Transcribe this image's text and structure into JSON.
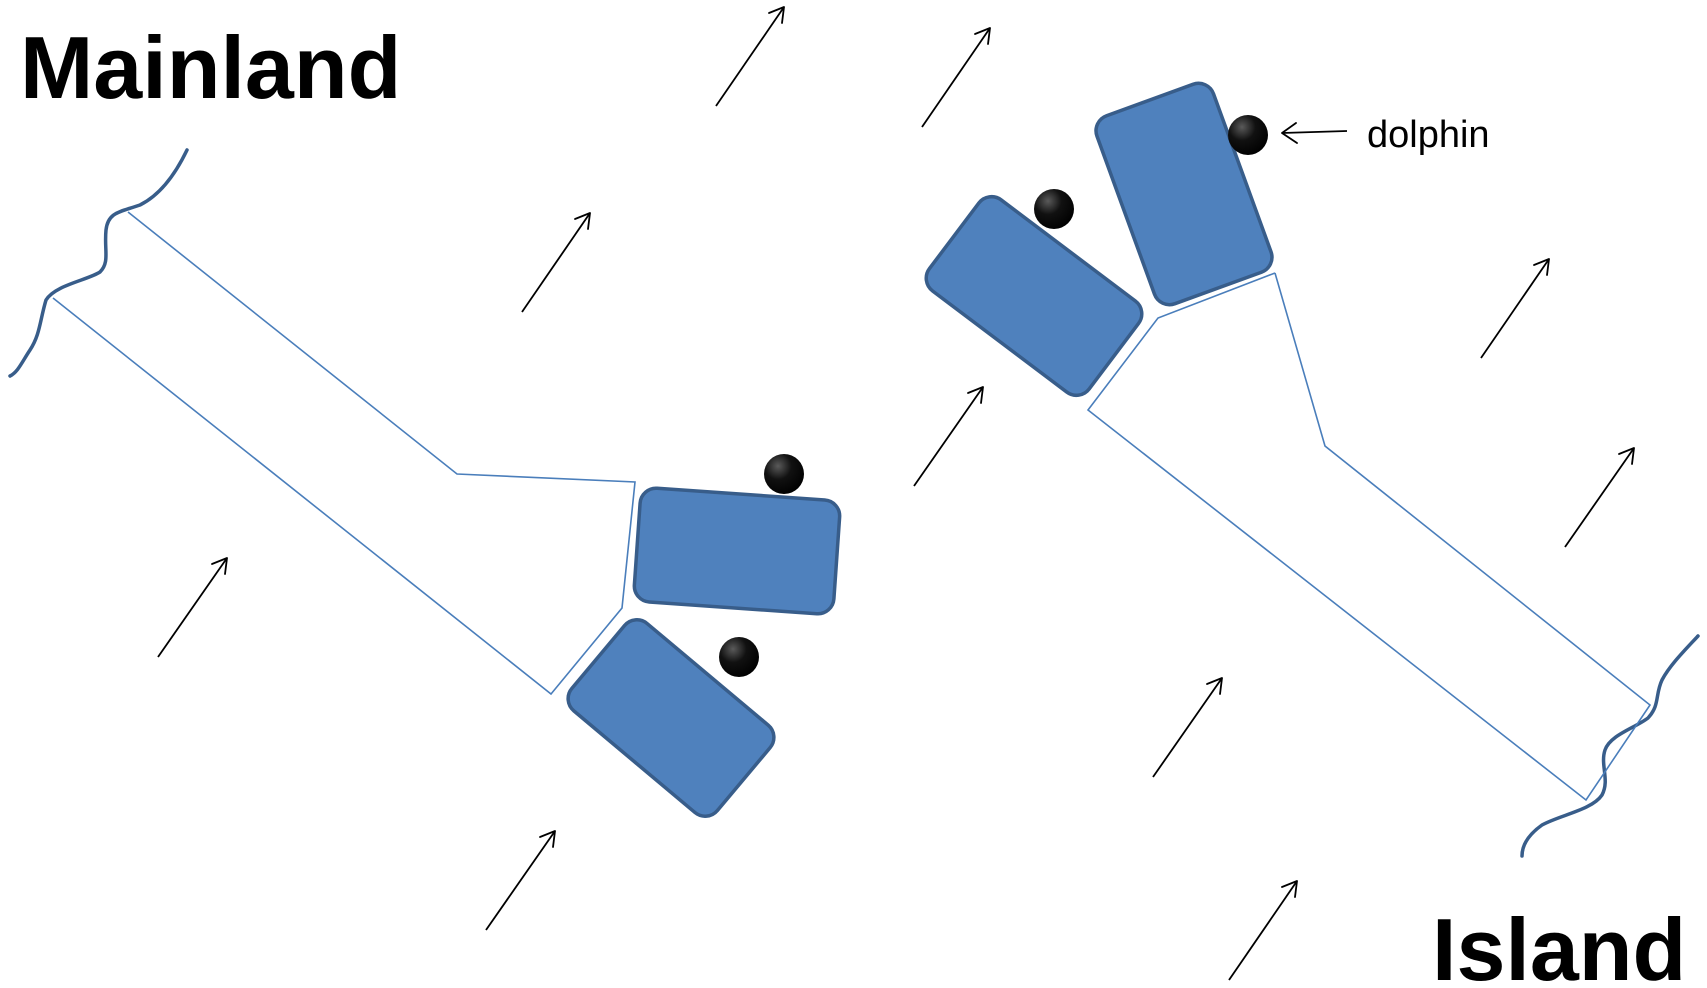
{
  "labels": {
    "mainland": "Mainland",
    "island": "Island",
    "dolphin": "dolphin"
  },
  "colors": {
    "caisson_fill": "#4f81bd",
    "caisson_stroke": "#385d8a",
    "pier_outline": "#4a7ebb",
    "shoreline": "#385d8a",
    "dolphin": "#000000",
    "arrow": "#000000",
    "background": "#ffffff"
  },
  "legend_icons": {
    "current_arrow": "arrow-up-right-icon",
    "dolphin_marker": "filled-circle-icon"
  }
}
